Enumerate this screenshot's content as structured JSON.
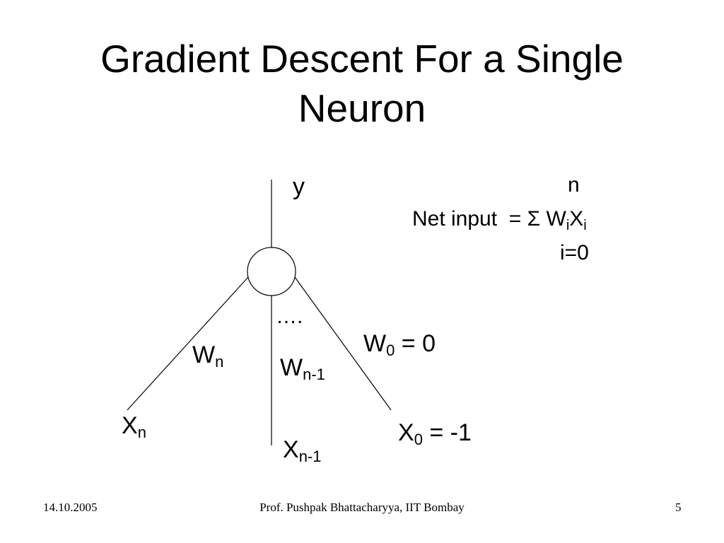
{
  "slide": {
    "title_line1": "Gradient Descent For a Single",
    "title_line2": "Neuron"
  },
  "diagram": {
    "output_label": "y",
    "dots": "….",
    "weights": {
      "wn_base": "W",
      "wn_sub": "n",
      "wn1_base": "W",
      "wn1_sub": "n-1",
      "w0_base": "W",
      "w0_sub": "0",
      "w0_rest": " = 0"
    },
    "inputs": {
      "xn_base": "X",
      "xn_sub": "n",
      "xn1_base": "X",
      "xn1_sub": "n-1",
      "x0_base": "X",
      "x0_sub": "0",
      "x0_rest": " = -1"
    }
  },
  "formula": {
    "upper_limit": "n",
    "lhs": "Net input",
    "eq_sum": "= Σ W",
    "sub_i1": "i",
    "x": "X",
    "sub_i2": "i",
    "lower_limit": "i=0"
  },
  "footer": {
    "date": "14.10.2005",
    "author": "Prof. Pushpak Bhattacharyya, IIT Bombay",
    "page": "5"
  }
}
